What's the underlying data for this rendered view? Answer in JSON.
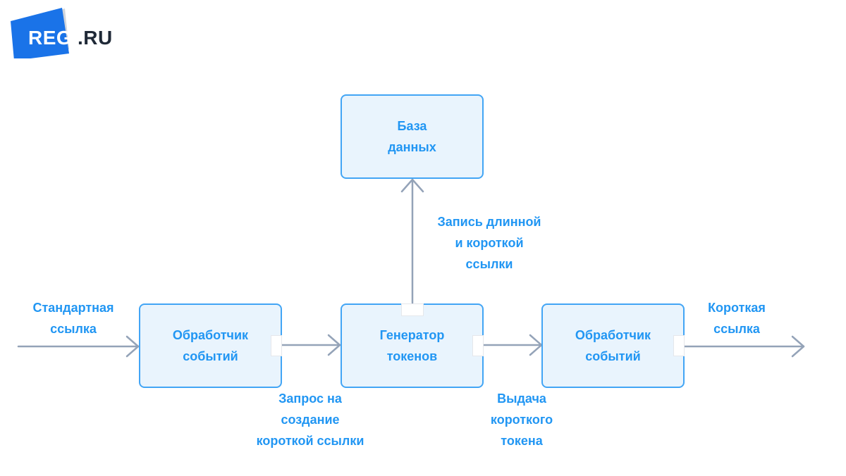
{
  "brand": {
    "main": "REG",
    "suffix": ".RU"
  },
  "nodes": {
    "database": "База\nданных",
    "handler_left": "Обработчик\nсобытий",
    "generator": "Генератор\nтокенов",
    "handler_right": "Обработчик\nсобытий"
  },
  "edges": {
    "input": "Стандартная\nссылка",
    "request": "Запрос на\nсоздание\nкороткой ссылки",
    "write": "Запись длинной\nи короткой\nссылки",
    "issue": "Выдача\nкороткого\nтокена",
    "output": "Короткая\nссылка"
  },
  "colors": {
    "box_border": "#42a5f5",
    "box_fill": "#e9f4fd",
    "text": "#2196f3",
    "arrow": "#94a3b8",
    "logo_blue": "#1a73e8"
  }
}
